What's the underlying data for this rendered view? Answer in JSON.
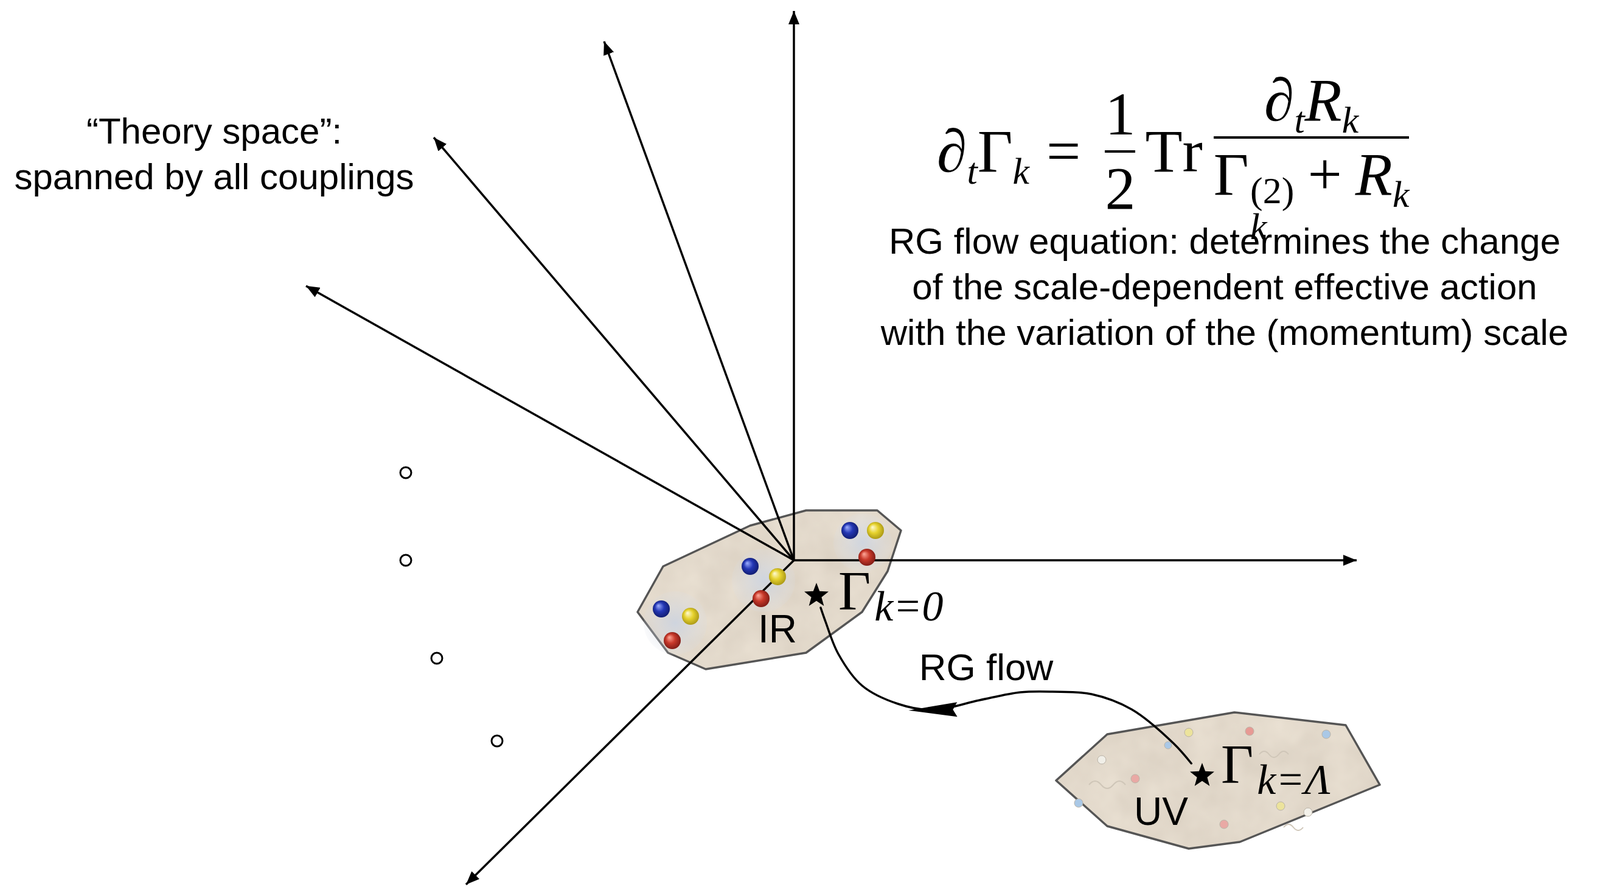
{
  "diagram": {
    "nodes": [
      {
        "text": [
          "IR"
        ]
      },
      {
        "text": [
          "Γ",
          "k=0"
        ],
        "in": 0
      },
      {
        "text": [
          "UV"
        ]
      },
      {
        "text": [
          "Γ",
          "k=Λ"
        ],
        "in": 2
      }
    ],
    "edges": [
      {
        "from": 3,
        "to": 1,
        "label": "RG flow",
        "arrow": "to"
      }
    ],
    "labels": [
      "“Theory space”: spanned by all couplings",
      "∂",
      "t",
      "Γ",
      "k",
      "=",
      "1",
      "2",
      "Tr",
      "∂",
      "t",
      "R",
      "k",
      "Γ",
      "k",
      "(2)",
      "+",
      "R",
      "k",
      "RG flow equation: determines the change of the scale-dependent effective action with the variation of the (momentum) scale"
    ]
  }
}
